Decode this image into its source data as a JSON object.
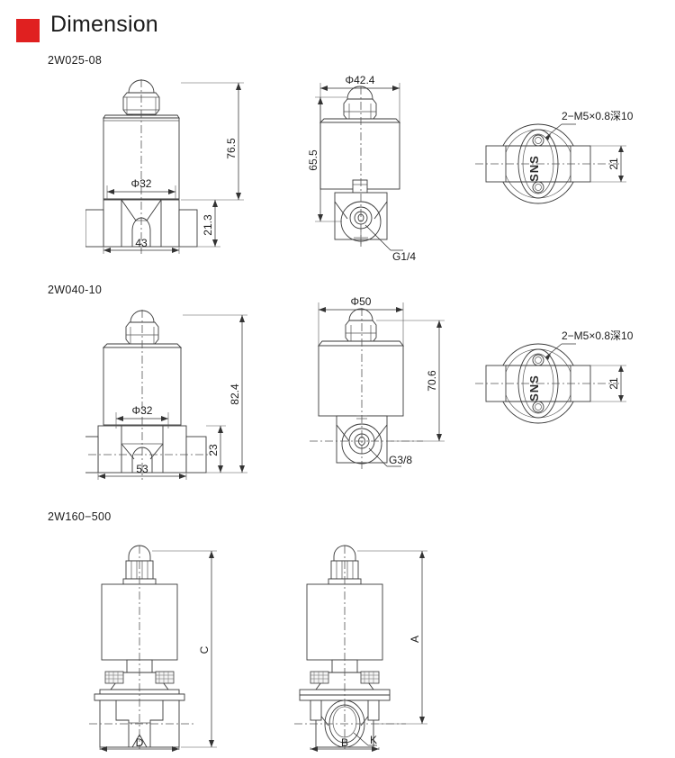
{
  "header": {
    "title": "Dimension",
    "marker_color": "#e02020"
  },
  "groups": [
    {
      "model": "2W025-08",
      "views": {
        "front": {
          "dims": {
            "height_total": "76.5",
            "coil_diameter": "Φ32",
            "body_height": "21.3",
            "body_width": "43"
          }
        },
        "side": {
          "dims": {
            "coil_diameter": "Φ42.4",
            "height_total": "65.5",
            "port_thread": "G1/4"
          }
        },
        "top": {
          "dims": {
            "mount_note": "2−M5×0.8深10",
            "width": "21",
            "brand": "SNS"
          }
        }
      }
    },
    {
      "model": "2W040-10",
      "views": {
        "front": {
          "dims": {
            "height_total": "82.4",
            "coil_diameter": "Φ32",
            "body_height": "23",
            "body_width": "53"
          }
        },
        "side": {
          "dims": {
            "coil_diameter": "Φ50",
            "height_total": "70.6",
            "port_thread": "G3/8"
          }
        },
        "top": {
          "dims": {
            "mount_note": "2−M5×0.8深10",
            "width": "21",
            "brand": "SNS"
          }
        }
      }
    },
    {
      "model": "2W160−500",
      "views": {
        "front": {
          "dims": {
            "height_total": "C",
            "body_width": "D"
          }
        },
        "side": {
          "dims": {
            "height_total": "A",
            "body_width": "B",
            "port_callout": "K"
          }
        }
      }
    }
  ]
}
